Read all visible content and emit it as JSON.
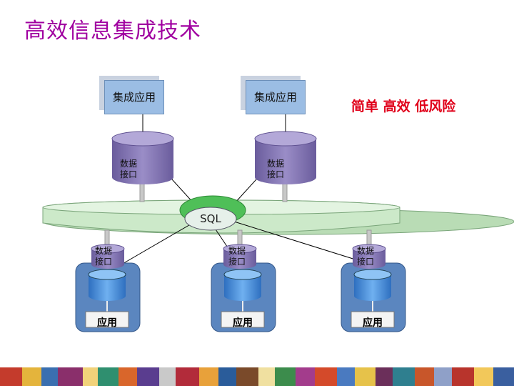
{
  "title": "高效信息集成技术",
  "slogan": "简单  高效 低风险",
  "top_apps": [
    {
      "app_label": "集成应用",
      "datasource_label_1": "数据",
      "datasource_label_2": "接口"
    },
    {
      "app_label": "集成应用",
      "datasource_label_1": "数据",
      "datasource_label_2": "接口"
    }
  ],
  "hub": {
    "label": "SQL"
  },
  "bottom_apps": [
    {
      "datasource_label_1": "数据",
      "datasource_label_2": "接口",
      "app_label": "应用"
    },
    {
      "datasource_label_1": "数据",
      "datasource_label_2": "接口",
      "app_label": "应用"
    },
    {
      "datasource_label_1": "数据",
      "datasource_label_2": "接口",
      "app_label": "应用"
    }
  ],
  "colors": {
    "title": "#a000a0",
    "slogan": "#e0001a",
    "bus": "#cce9c9",
    "hub": "#55c25e",
    "cylinder": "#7f71ad",
    "app_box": "#9bbde4",
    "node_panel": "#5b86bf"
  }
}
